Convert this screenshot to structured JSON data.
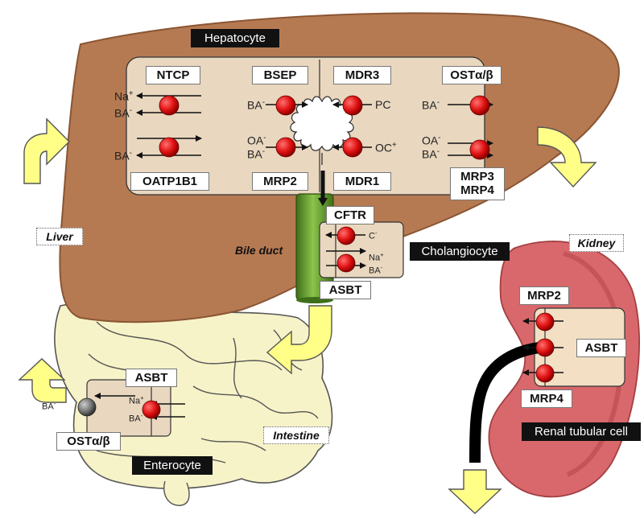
{
  "colors": {
    "liver": "#B67A52",
    "liver_edge": "#8a5533",
    "hepatocyte": "#E9D7BF",
    "intestine": "#F7F3C8",
    "kidney": "#D9686C",
    "kidney_inner": "#F2DFC4",
    "bile_duct": "#5E9A2A",
    "transporter": "#E01212",
    "ost_transporter": "#777777",
    "arrow_yellow": "#FFFF88"
  },
  "cells": {
    "hepatocyte": "Hepatocyte",
    "cholangiocyte": "Cholangiocyte",
    "enterocyte": "Enterocyte",
    "renal": "Renal tubular cell"
  },
  "organs": {
    "liver": "Liver",
    "bile_duct": "Bile duct",
    "intestine": "Intestine",
    "kidney": "Kidney"
  },
  "transporters": {
    "ntcp": "NTCP",
    "bsep": "BSEP",
    "mdr3": "MDR3",
    "ost_liver": "OSTα/β",
    "oatp1b1": "OATP1B1",
    "mrp2_liver": "MRP2",
    "mdr1": "MDR1",
    "mrp3_mrp4": [
      "MRP3",
      "MRP4"
    ],
    "cftr": "CFTR",
    "asbt_chol": "ASBT",
    "asbt_int": "ASBT",
    "ost_int": "OSTα/β",
    "mrp2_kidney": "MRP2",
    "asbt_kidney": "ASBT",
    "mrp4_kidney": "MRP4"
  },
  "ions": {
    "na_plus": "Na",
    "ba_minus": "BA",
    "oa_minus": "OA",
    "pc": "PC",
    "oc_plus": "OC",
    "c_minus": "C",
    "plus": "+",
    "minus": "-"
  }
}
